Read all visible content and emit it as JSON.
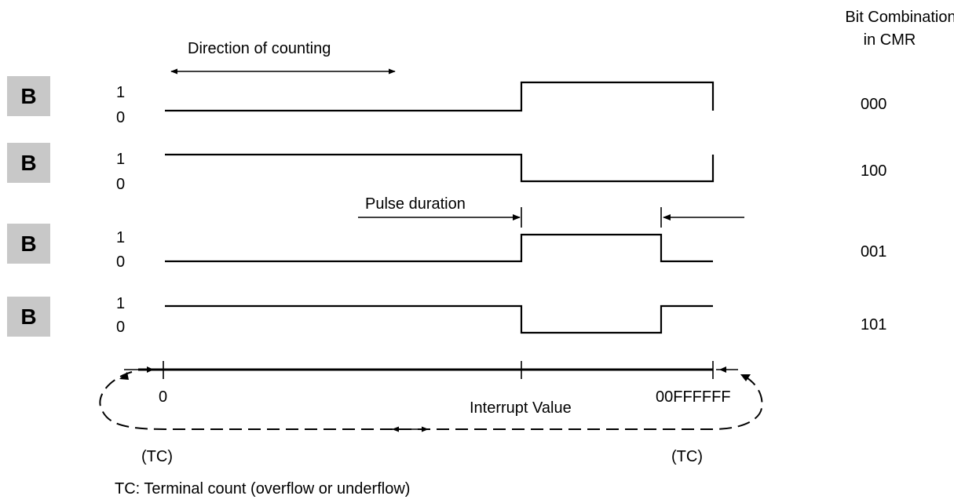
{
  "header": {
    "bit_combination": "Bit Combination",
    "in_cmr": "in CMR"
  },
  "direction_label": "Direction of counting",
  "pulse_label": "Pulse duration",
  "signals": [
    {
      "name": "B",
      "level_high": "1",
      "level_low": "0",
      "code": "000"
    },
    {
      "name": "B",
      "level_high": "1",
      "level_low": "0",
      "code": "100"
    },
    {
      "name": "B",
      "level_high": "1",
      "level_low": "0",
      "code": "001"
    },
    {
      "name": "B",
      "level_high": "1",
      "level_low": "0",
      "code": "101"
    }
  ],
  "axis": {
    "zero": "0",
    "interrupt": "Interrupt Value",
    "max": "00FFFFFF",
    "tc_left": "(TC)",
    "tc_right": "(TC)"
  },
  "footnote": "TC: Terminal count (overflow or underflow)"
}
